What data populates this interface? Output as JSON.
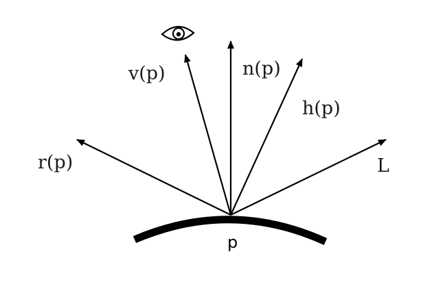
{
  "colors": {
    "stroke": "#000000",
    "text": "#1a1a1a",
    "background": "#ffffff"
  },
  "point": {
    "label": "p"
  },
  "vectors": [
    {
      "key": "view",
      "label": "v(p)"
    },
    {
      "key": "normal",
      "label": "n(p)"
    },
    {
      "key": "halfway",
      "label": "h(p)"
    },
    {
      "key": "reflect",
      "label": "r(p)"
    },
    {
      "key": "light",
      "label": "L"
    }
  ],
  "icons": {
    "viewer": "eye-icon"
  }
}
